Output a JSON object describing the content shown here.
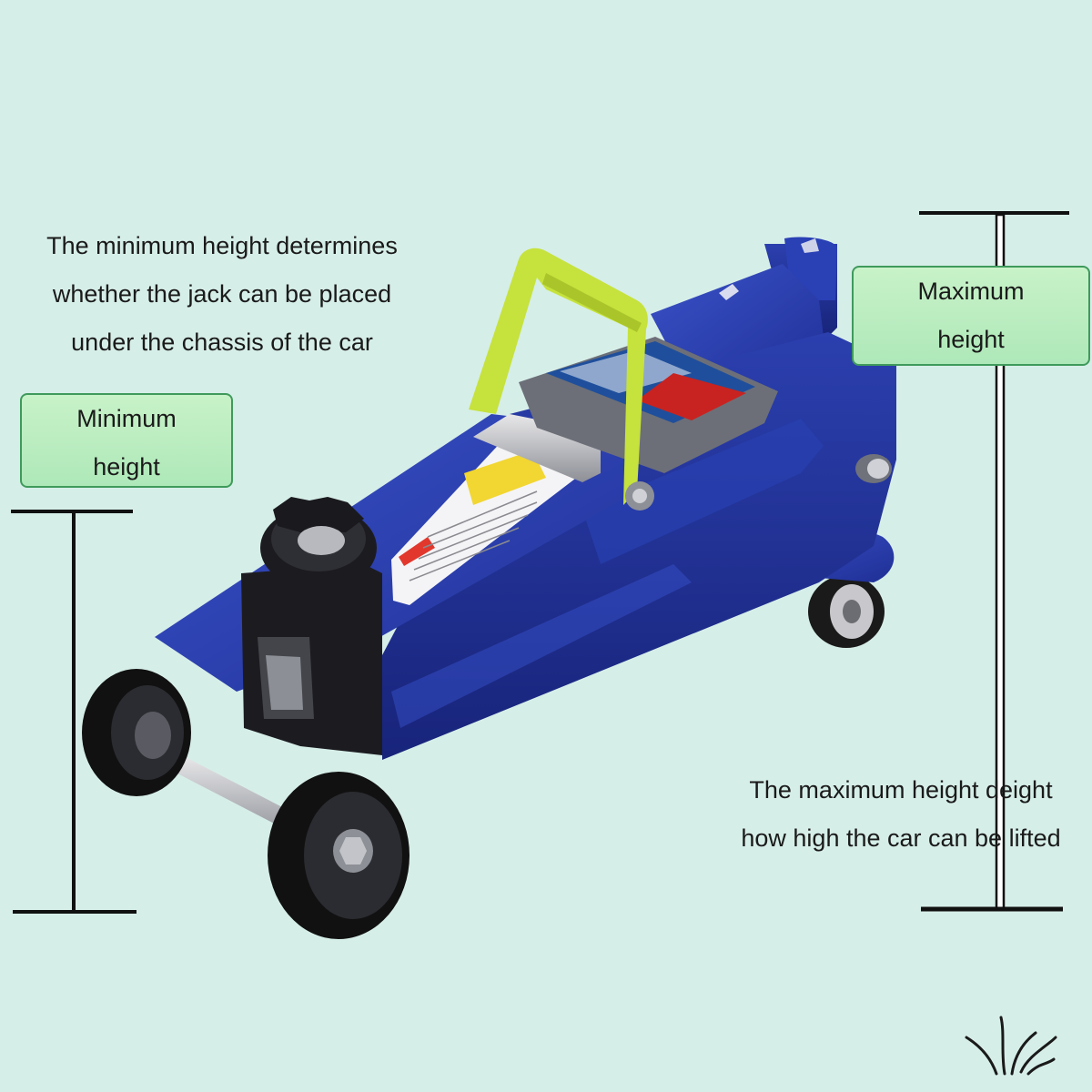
{
  "captions": {
    "min": [
      "The minimum height determines",
      "whether the jack can be placed",
      "under the chassis of the car"
    ],
    "max": [
      "The maximum height deight",
      "how high the car can be lifted"
    ]
  },
  "tags": {
    "min": [
      "Minimum",
      "height"
    ],
    "max": [
      "Maximum",
      "height"
    ]
  },
  "colors": {
    "background": "#d6eee8",
    "jack_body": "#2a3fb0",
    "handle": "#c6e23c",
    "wheel": "#1a1a1a",
    "tag_fill": "#b8ecc2",
    "tag_border": "#3f9a5c"
  },
  "icons": {
    "brand": "grass-tuft-icon"
  }
}
